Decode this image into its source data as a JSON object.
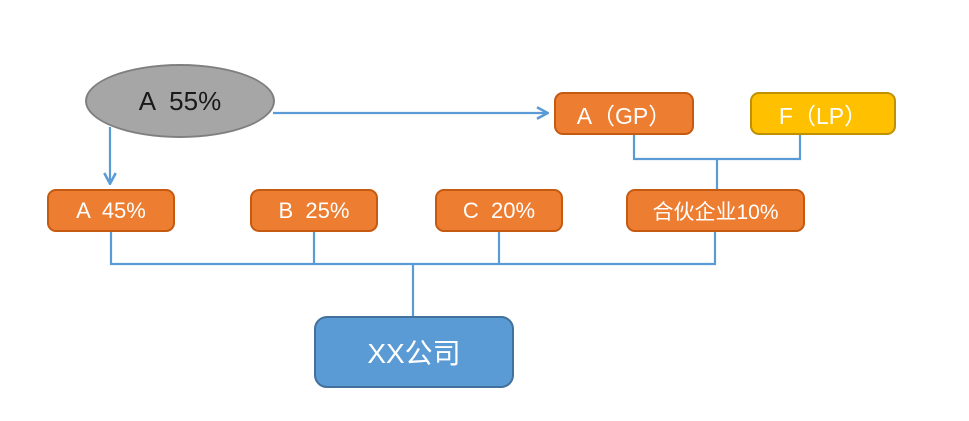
{
  "diagram": {
    "type": "equity-structure",
    "colors": {
      "connector": "#5b9bd5",
      "orange_fill": "#ed7d31",
      "orange_border": "#c55a11",
      "gold_fill": "#ffc000",
      "gold_border": "#bf9000",
      "blue_fill": "#5b9bd5",
      "blue_border": "#41719c",
      "gray_fill": "#a6a6a6",
      "gray_border": "#7f7f7f"
    },
    "nodes": {
      "shareholder_a": {
        "label": "A  55%"
      },
      "gp": {
        "label": "A（GP）"
      },
      "lp": {
        "label": "F（LP）"
      },
      "a45": {
        "label": "A  45%"
      },
      "b25": {
        "label": "B  25%"
      },
      "c20": {
        "label": "C  20%"
      },
      "partnership": {
        "label": "合伙企业10%"
      },
      "company": {
        "label": "XX公司"
      }
    },
    "edges": [
      {
        "from": "shareholder_a",
        "to": "gp",
        "arrow": true
      },
      {
        "from": "shareholder_a",
        "to": "a45",
        "arrow": true
      },
      {
        "from": "gp",
        "to": "partnership",
        "arrow": false
      },
      {
        "from": "lp",
        "to": "partnership",
        "arrow": false
      },
      {
        "from": "a45",
        "to": "company",
        "arrow": false
      },
      {
        "from": "b25",
        "to": "company",
        "arrow": false
      },
      {
        "from": "c20",
        "to": "company",
        "arrow": false
      },
      {
        "from": "partnership",
        "to": "company",
        "arrow": false
      }
    ]
  }
}
